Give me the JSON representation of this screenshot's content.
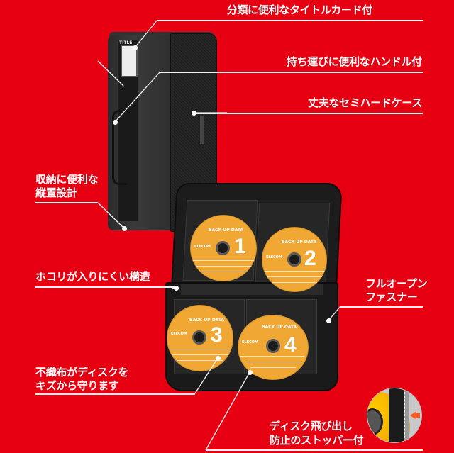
{
  "background_color": "#e60012",
  "callouts": {
    "title_card": {
      "text": "分類に便利なタイトルカード付"
    },
    "handle": {
      "text": "持ち運びに便利なハンドル付"
    },
    "semi_hard": {
      "text": "丈夫なセミハードケース"
    },
    "vertical": {
      "line1": "収納に便利な",
      "line2": "縦置設計"
    },
    "dustproof": {
      "text": "ホコリが入りにくい構造"
    },
    "zipper": {
      "line1": "フルオープン",
      "line2": "ファスナー"
    },
    "nonwoven": {
      "line1": "不織布がディスクを",
      "line2": "キズから守ります"
    },
    "stopper": {
      "line1": "ディスク飛び出し",
      "line2": "防止のストッパー付"
    }
  },
  "product": {
    "title_card_label": "TITLE",
    "discs": [
      {
        "title": "BACK UP DATA",
        "brand": "ELECOM",
        "number": "1"
      },
      {
        "title": "BACK UP DATA",
        "brand": "ELECOM",
        "number": "2"
      },
      {
        "title": "BACK UP DATA",
        "brand": "ELECOM",
        "number": "3"
      },
      {
        "title": "BACK UP DATA",
        "brand": "ELECOM",
        "number": "4"
      }
    ]
  },
  "colors": {
    "disc": "#f0a733",
    "case": "#1c1c1c",
    "callout_text": "#ffffff",
    "stopper_arrow": "#ff5a1f"
  }
}
